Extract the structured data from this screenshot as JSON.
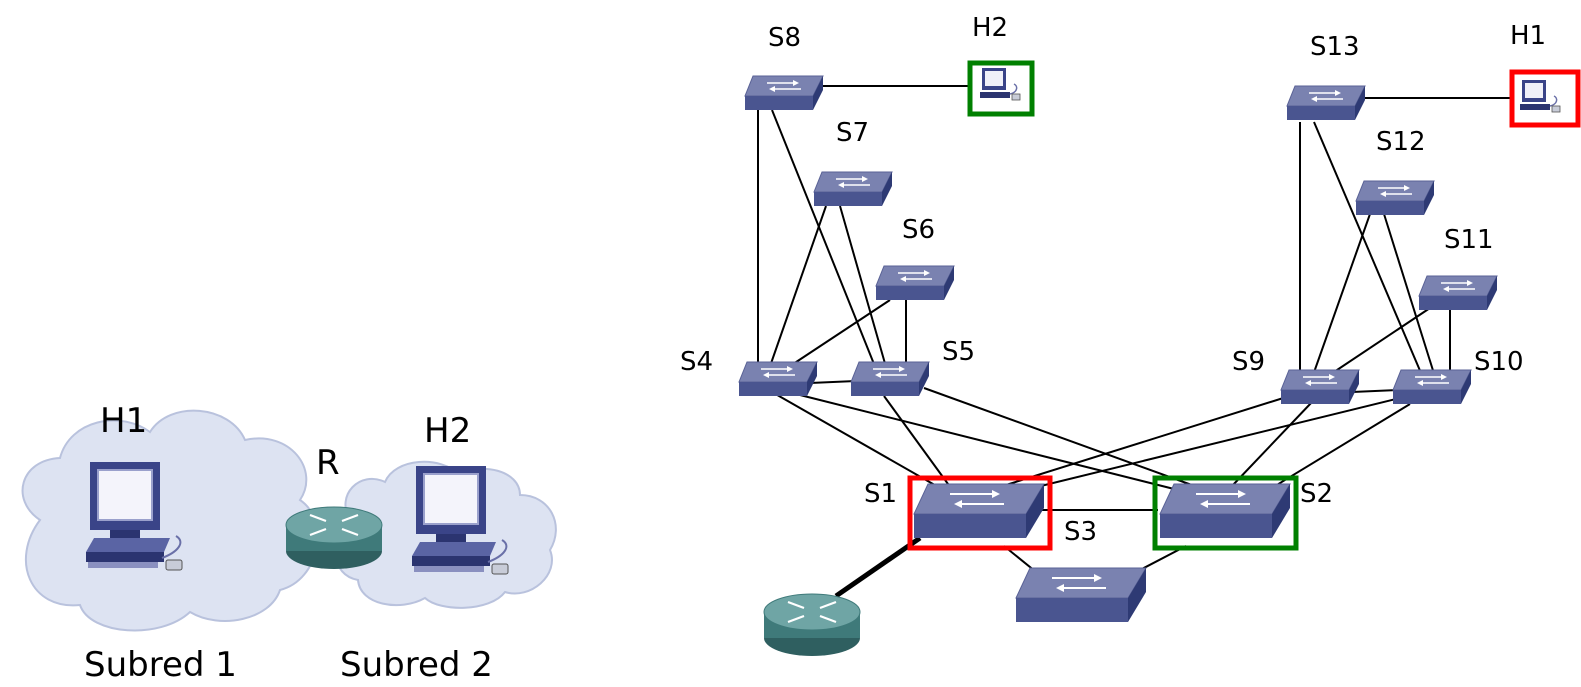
{
  "left_diagram": {
    "hosts": [
      {
        "id": "h1",
        "label": "H1"
      },
      {
        "id": "h2",
        "label": "H2"
      }
    ],
    "router": {
      "label": "R"
    },
    "subnets": [
      {
        "id": "subred1",
        "label": "Subred 1"
      },
      {
        "id": "subred2",
        "label": "Subred 2"
      }
    ]
  },
  "right_diagram": {
    "switch_labels": {
      "s1": "S1",
      "s2": "S2",
      "s3": "S3",
      "s4": "S4",
      "s5": "S5",
      "s6": "S6",
      "s7": "S7",
      "s8": "S8",
      "s9": "S9",
      "s10": "S10",
      "s11": "S11",
      "s12": "S12",
      "s13": "S13"
    },
    "host_labels": {
      "h1": "H1",
      "h2": "H2"
    },
    "highlight_colors": {
      "red": "#ff0000",
      "green": "#008000"
    },
    "highlighted": [
      {
        "node": "S1",
        "color": "red"
      },
      {
        "node": "S2",
        "color": "green"
      },
      {
        "node": "H1",
        "color": "red"
      },
      {
        "node": "H2",
        "color": "green"
      }
    ],
    "links": [
      [
        "S8",
        "H2"
      ],
      [
        "S13",
        "H1"
      ],
      [
        "S8",
        "S4"
      ],
      [
        "S8",
        "S5"
      ],
      [
        "S7",
        "S4"
      ],
      [
        "S7",
        "S5"
      ],
      [
        "S6",
        "S4"
      ],
      [
        "S6",
        "S5"
      ],
      [
        "S4",
        "S5"
      ],
      [
        "S13",
        "S9"
      ],
      [
        "S13",
        "S10"
      ],
      [
        "S12",
        "S9"
      ],
      [
        "S12",
        "S10"
      ],
      [
        "S11",
        "S9"
      ],
      [
        "S11",
        "S10"
      ],
      [
        "S9",
        "S10"
      ],
      [
        "S4",
        "S1"
      ],
      [
        "S4",
        "S2"
      ],
      [
        "S5",
        "S1"
      ],
      [
        "S5",
        "S2"
      ],
      [
        "S9",
        "S1"
      ],
      [
        "S9",
        "S2"
      ],
      [
        "S10",
        "S1"
      ],
      [
        "S10",
        "S2"
      ],
      [
        "S1",
        "S2"
      ],
      [
        "S1",
        "S3"
      ],
      [
        "S2",
        "S3"
      ],
      [
        "S1",
        "Router"
      ]
    ]
  },
  "colors": {
    "switch_top": "#7a82b0",
    "switch_front": "#4a5590",
    "switch_side": "#2e3a74",
    "router_body": "#3f7a7a",
    "cloud_fill": "#dde3f2"
  }
}
